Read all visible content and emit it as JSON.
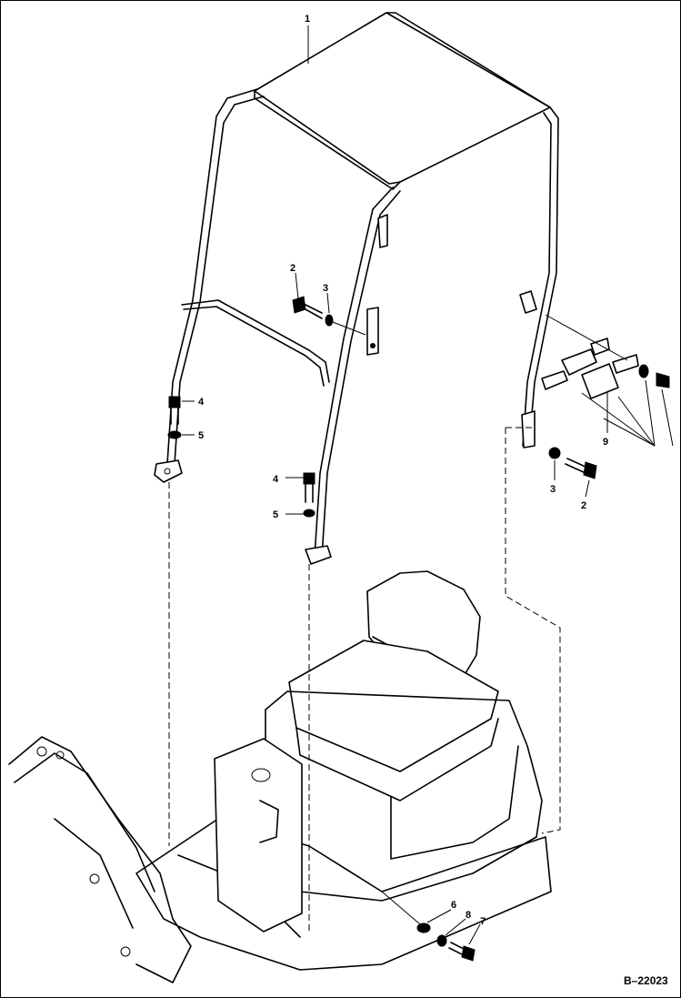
{
  "figure": {
    "reference_code": "B–22023"
  },
  "callouts": {
    "c1": "1",
    "c2_left": "2",
    "c3_left": "3",
    "c4_top": "4",
    "c5_top": "5",
    "c4_mid": "4",
    "c5_mid": "5",
    "c3_right": "3",
    "c2_right": "2",
    "c9": "9",
    "c6": "6",
    "c8": "8",
    "c7": "7"
  }
}
